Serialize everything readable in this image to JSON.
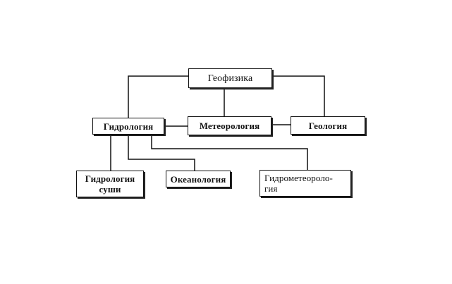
{
  "diagram": {
    "nodes": {
      "geophysics": "Геофизика",
      "hydrology": "Гидрология",
      "meteorology": "Метеорология",
      "geology": "Геология",
      "land_hydrology_line1": "Гидрология",
      "land_hydrology_line2": "суши",
      "oceanology": "Океанология",
      "hydrometeorology_line1": "Гидрометеороло-",
      "hydrometeorology_line2": "гия"
    },
    "edges": [
      [
        "Геофизика",
        "Гидрология"
      ],
      [
        "Геофизика",
        "Метеорология"
      ],
      [
        "Геофизика",
        "Геология"
      ],
      [
        "Гидрология",
        "Метеорология"
      ],
      [
        "Метеорология",
        "Геология"
      ],
      [
        "Гидрология",
        "Гидрология суши"
      ],
      [
        "Гидрология",
        "Океанология"
      ],
      [
        "Гидрология",
        "Гидрометеорология"
      ]
    ]
  }
}
